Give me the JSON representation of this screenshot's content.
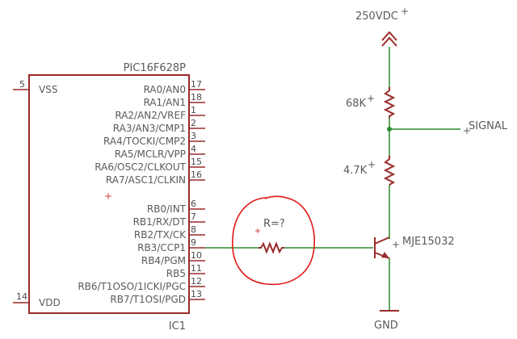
{
  "ic": {
    "part": "PIC16F628P",
    "ref": "IC1",
    "left_pins": [
      {
        "num": "5",
        "name": "VSS"
      },
      {
        "num": "14",
        "name": "VDD"
      }
    ],
    "right_pins": [
      {
        "num": "17",
        "name": "RA0/AN0"
      },
      {
        "num": "18",
        "name": "RA1/AN1"
      },
      {
        "num": "1",
        "name": "RA2/AN2/VREF"
      },
      {
        "num": "2",
        "name": "RA3/AN3/CMP1"
      },
      {
        "num": "3",
        "name": "RA4/TOCKI/CMP2"
      },
      {
        "num": "4",
        "name": "RA5/MCLR/VPP"
      },
      {
        "num": "15",
        "name": "RA6/OSC2/CLKOUT"
      },
      {
        "num": "16",
        "name": "RA7/ASC1/CLKIN"
      },
      {
        "num": "6",
        "name": "RB0/INT"
      },
      {
        "num": "7",
        "name": "RB1/RX/DT"
      },
      {
        "num": "8",
        "name": "RB2/TX/CK"
      },
      {
        "num": "9",
        "name": "RB3/CCP1"
      },
      {
        "num": "10",
        "name": "RB4/PGM"
      },
      {
        "num": "11",
        "name": "RB5"
      },
      {
        "num": "12",
        "name": "RB6/T1OSO/1ICKI/PGC"
      },
      {
        "num": "13",
        "name": "RB7/T1OSI/PGD"
      }
    ]
  },
  "supply": {
    "label": "250VDC"
  },
  "r_top": {
    "label": "68K"
  },
  "r_bottom": {
    "label": "4.7K"
  },
  "r_base": {
    "label": "R=?"
  },
  "signal": {
    "label": "SIGNAL"
  },
  "transistor": {
    "label": "MJE15032"
  },
  "ground": {
    "label": "GND"
  },
  "colors": {
    "part": "#9a2a2a",
    "wire": "#2e8b2e",
    "highlight": "#e01818",
    "text": "#5a5a5a"
  }
}
